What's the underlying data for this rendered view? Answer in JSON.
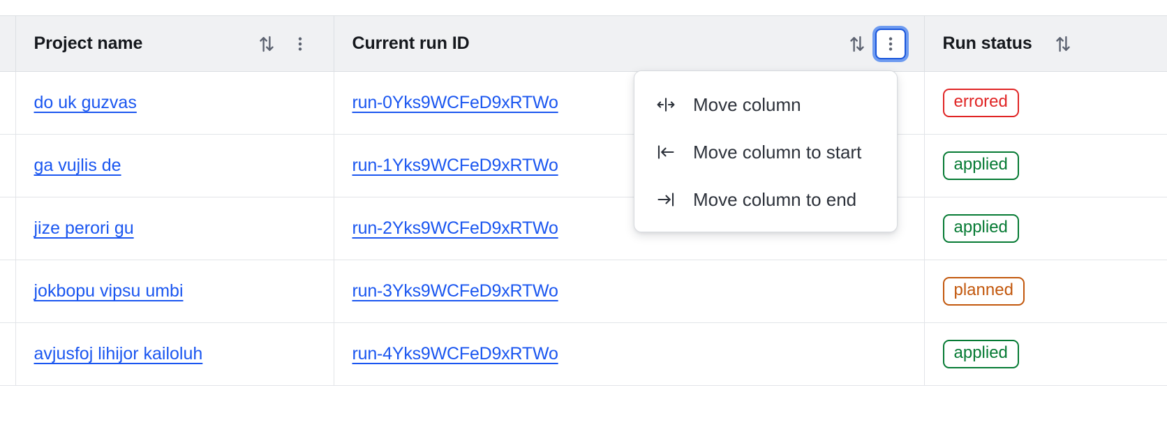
{
  "table": {
    "columns": [
      {
        "id": "gutter",
        "label": "",
        "has_sort": false,
        "has_menu": false
      },
      {
        "id": "project_name",
        "label": "Project name",
        "sort_icon": "sort-updown-icon",
        "menu_icon": "kebab-vertical-icon",
        "has_sort": true,
        "has_menu": true,
        "menu_focused": false
      },
      {
        "id": "current_run_id",
        "label": "Current run ID",
        "sort_icon": "sort-updown-icon",
        "menu_icon": "kebab-vertical-icon",
        "has_sort": true,
        "has_menu": true,
        "menu_focused": true
      },
      {
        "id": "run_status",
        "label": "Run status",
        "sort_icon": "sort-updown-icon",
        "has_sort": true,
        "has_menu": false
      }
    ],
    "rows": [
      {
        "project_name": "do uk guzvas",
        "current_run_id": "run-0Yks9WCFeD9xRTWo",
        "run_status": "errored",
        "status_kind": "errored"
      },
      {
        "project_name": "ga vujlis de",
        "current_run_id": "run-1Yks9WCFeD9xRTWo",
        "run_status": "applied",
        "status_kind": "applied"
      },
      {
        "project_name": "jize perori gu",
        "current_run_id": "run-2Yks9WCFeD9xRTWo",
        "run_status": "applied",
        "status_kind": "applied"
      },
      {
        "project_name": "jokbopu vipsu umbi",
        "current_run_id": "run-3Yks9WCFeD9xRTWo",
        "run_status": "planned",
        "status_kind": "planned"
      },
      {
        "project_name": "avjusfoj lihijor kailoluh",
        "current_run_id": "run-4Yks9WCFeD9xRTWo",
        "run_status": "applied",
        "status_kind": "applied"
      }
    ]
  },
  "column_menu": {
    "open_for_column": "Current run ID",
    "items": [
      {
        "label": "Move column",
        "icon": "move-column-icon"
      },
      {
        "label": "Move column to start",
        "icon": "move-to-start-icon"
      },
      {
        "label": "Move column to end",
        "icon": "move-to-end-icon"
      }
    ]
  },
  "colors": {
    "link": "#1a56f0",
    "header_bg": "#f0f1f3",
    "border": "#dcdfe3",
    "focus_ring": "#6e9bf0",
    "focus_border": "#1a56db",
    "status_errored": "#e02424",
    "status_applied": "#057a33",
    "status_planned": "#c2570c"
  }
}
